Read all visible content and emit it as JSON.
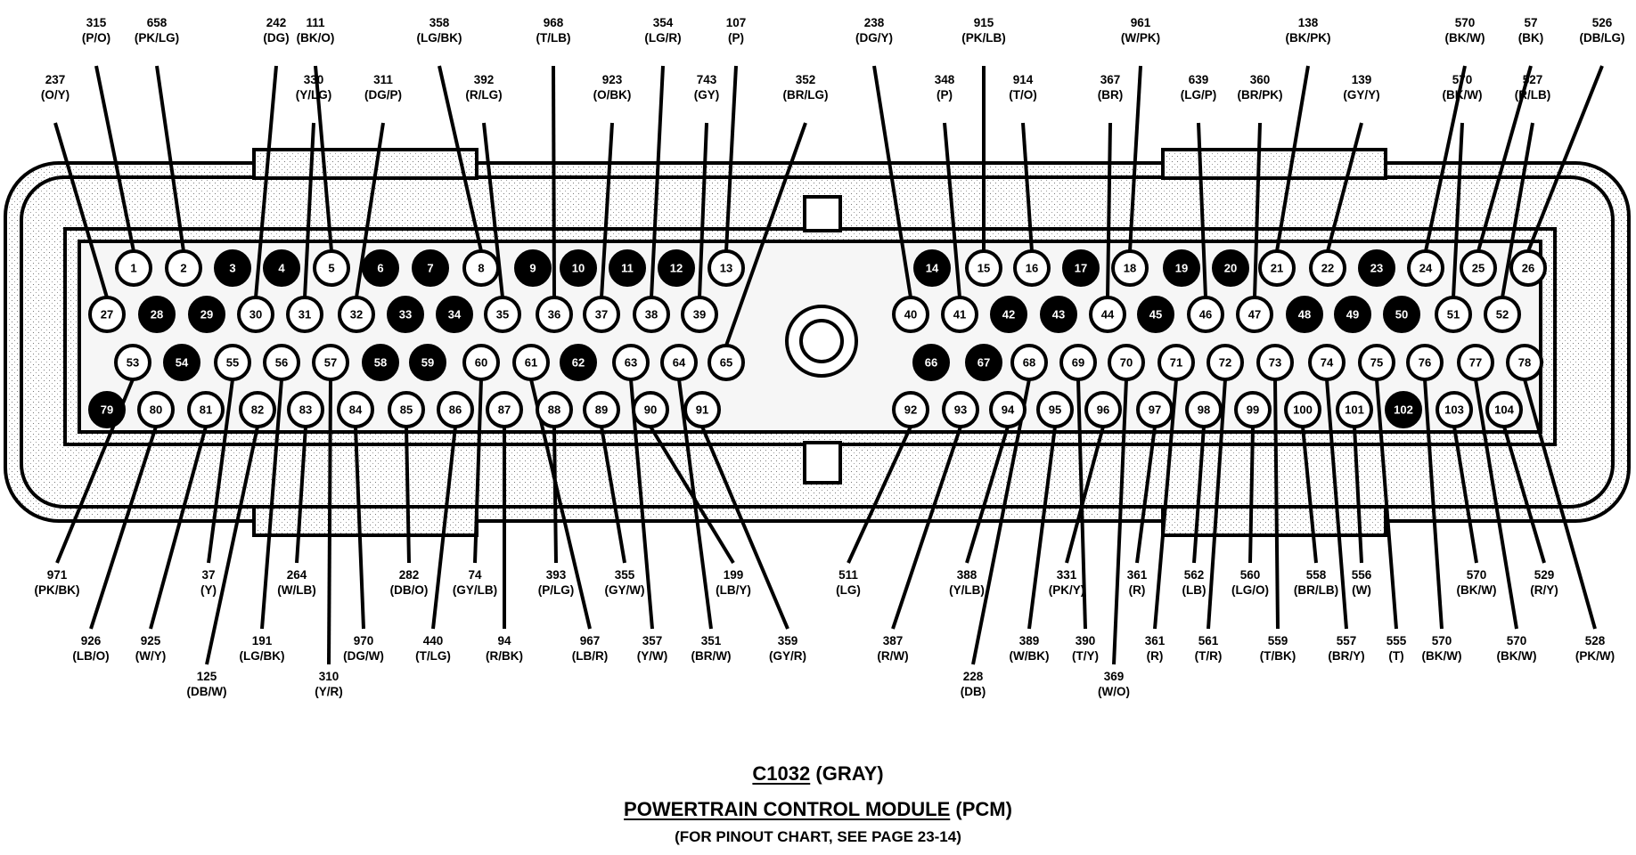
{
  "title": {
    "connector_id": "C1032",
    "connector_color": "(GRAY)",
    "module_name": "POWERTRAIN CONTROL MODULE",
    "module_abbrev": "(PCM)",
    "note": "(FOR PINOUT CHART, SEE PAGE 23-14)"
  },
  "colors": {
    "line": "#000000",
    "pin_empty": "#ffffff",
    "pin_filled": "#000000",
    "shading": "#e6e6e6"
  },
  "pins": {
    "row_a": [
      1,
      2,
      3,
      4,
      5,
      6,
      7,
      8,
      9,
      10,
      11,
      12,
      13,
      14,
      15,
      16,
      17,
      18,
      19,
      20,
      21,
      22,
      23,
      24,
      25,
      26
    ],
    "row_b": [
      27,
      28,
      29,
      30,
      31,
      32,
      33,
      34,
      35,
      36,
      37,
      38,
      39,
      40,
      41,
      42,
      43,
      44,
      45,
      46,
      47,
      48,
      49,
      50,
      51,
      52
    ],
    "row_c": [
      53,
      54,
      55,
      56,
      57,
      58,
      59,
      60,
      61,
      62,
      63,
      64,
      65,
      66,
      67,
      68,
      69,
      70,
      71,
      72,
      73,
      74,
      75,
      76,
      77,
      78
    ],
    "row_d": [
      79,
      80,
      81,
      82,
      83,
      84,
      85,
      86,
      87,
      88,
      89,
      90,
      91,
      92,
      93,
      94,
      95,
      96,
      97,
      98,
      99,
      100,
      101,
      102,
      103,
      104
    ],
    "unused": [
      3,
      4,
      6,
      7,
      9,
      10,
      11,
      12,
      14,
      17,
      19,
      20,
      23,
      28,
      29,
      33,
      34,
      42,
      43,
      45,
      48,
      49,
      50,
      54,
      58,
      59,
      62,
      66,
      67,
      79,
      102
    ]
  },
  "wires": [
    {
      "pin": 1,
      "circuit": "315",
      "color": "(P/O)"
    },
    {
      "pin": 2,
      "circuit": "658",
      "color": "(PK/LG)"
    },
    {
      "pin": 5,
      "circuit": "111",
      "color": "(BK/O)"
    },
    {
      "pin": 8,
      "circuit": "358",
      "color": "(LG/BK)"
    },
    {
      "pin": 13,
      "circuit": "107",
      "color": "(P)"
    },
    {
      "pin": 15,
      "circuit": "915",
      "color": "(PK/LB)"
    },
    {
      "pin": 16,
      "circuit": "914",
      "color": "(T/O)"
    },
    {
      "pin": 18,
      "circuit": "961",
      "color": "(W/PK)"
    },
    {
      "pin": 21,
      "circuit": "138",
      "color": "(BK/PK)"
    },
    {
      "pin": 22,
      "circuit": "139",
      "color": "(GY/Y)"
    },
    {
      "pin": 24,
      "circuit": "570",
      "color": "(BK/W)"
    },
    {
      "pin": 25,
      "circuit": "57",
      "color": "(BK)"
    },
    {
      "pin": 26,
      "circuit": "526",
      "color": "(DB/LG)"
    },
    {
      "pin": 27,
      "circuit": "237",
      "color": "(O/Y)"
    },
    {
      "pin": 30,
      "circuit": "242",
      "color": "(DG)"
    },
    {
      "pin": 31,
      "circuit": "330",
      "color": "(Y/LG)"
    },
    {
      "pin": 32,
      "circuit": "311",
      "color": "(DG/P)"
    },
    {
      "pin": 35,
      "circuit": "392",
      "color": "(R/LG)"
    },
    {
      "pin": 36,
      "circuit": "968",
      "color": "(T/LB)"
    },
    {
      "pin": 37,
      "circuit": "923",
      "color": "(O/BK)"
    },
    {
      "pin": 38,
      "circuit": "354",
      "color": "(LG/R)"
    },
    {
      "pin": 39,
      "circuit": "743",
      "color": "(GY)"
    },
    {
      "pin": 40,
      "circuit": "238",
      "color": "(DG/Y)"
    },
    {
      "pin": 41,
      "circuit": "348",
      "color": "(P)"
    },
    {
      "pin": 44,
      "circuit": "367",
      "color": "(BR)"
    },
    {
      "pin": 46,
      "circuit": "639",
      "color": "(LG/P)"
    },
    {
      "pin": 47,
      "circuit": "360",
      "color": "(BR/PK)"
    },
    {
      "pin": 51,
      "circuit": "570",
      "color": "(BK/W)"
    },
    {
      "pin": 52,
      "circuit": "527",
      "color": "(R/LB)"
    },
    {
      "pin": 65,
      "circuit": "352",
      "color": "(BR/LG)"
    },
    {
      "pin": 53,
      "circuit": "971",
      "color": "(PK/BK)"
    },
    {
      "pin": 55,
      "circuit": "37",
      "color": "(Y)"
    },
    {
      "pin": 56,
      "circuit": "191",
      "color": "(LG/BK)"
    },
    {
      "pin": 57,
      "circuit": "310",
      "color": "(Y/R)"
    },
    {
      "pin": 60,
      "circuit": "74",
      "color": "(GY/LB)"
    },
    {
      "pin": 61,
      "circuit": "967",
      "color": "(LB/R)"
    },
    {
      "pin": 63,
      "circuit": "357",
      "color": "(Y/W)"
    },
    {
      "pin": 64,
      "circuit": "351",
      "color": "(BR/W)"
    },
    {
      "pin": 68,
      "circuit": "228",
      "color": "(DB)"
    },
    {
      "pin": 69,
      "circuit": "390",
      "color": "(T/Y)"
    },
    {
      "pin": 70,
      "circuit": "369",
      "color": "(W/O)"
    },
    {
      "pin": 71,
      "circuit": "361",
      "color": "(R)"
    },
    {
      "pin": 72,
      "circuit": "561",
      "color": "(T/R)"
    },
    {
      "pin": 73,
      "circuit": "559",
      "color": "(T/BK)"
    },
    {
      "pin": 74,
      "circuit": "557",
      "color": "(BR/Y)"
    },
    {
      "pin": 75,
      "circuit": "555",
      "color": "(T)"
    },
    {
      "pin": 76,
      "circuit": "570",
      "color": "(BK/W)"
    },
    {
      "pin": 77,
      "circuit": "570",
      "color": "(BK/W)"
    },
    {
      "pin": 78,
      "circuit": "528",
      "color": "(PK/W)"
    },
    {
      "pin": 80,
      "circuit": "926",
      "color": "(LB/O)"
    },
    {
      "pin": 81,
      "circuit": "925",
      "color": "(W/Y)"
    },
    {
      "pin": 82,
      "circuit": "125",
      "color": "(DB/W)"
    },
    {
      "pin": 83,
      "circuit": "264",
      "color": "(W/LB)"
    },
    {
      "pin": 84,
      "circuit": "970",
      "color": "(DG/W)"
    },
    {
      "pin": 85,
      "circuit": "282",
      "color": "(DB/O)"
    },
    {
      "pin": 86,
      "circuit": "440",
      "color": "(T/LG)"
    },
    {
      "pin": 87,
      "circuit": "94",
      "color": "(R/BK)"
    },
    {
      "pin": 88,
      "circuit": "393",
      "color": "(P/LG)"
    },
    {
      "pin": 89,
      "circuit": "355",
      "color": "(GY/W)"
    },
    {
      "pin": 90,
      "circuit": "199",
      "color": "(LB/Y)"
    },
    {
      "pin": 91,
      "circuit": "359",
      "color": "(GY/R)"
    },
    {
      "pin": 92,
      "circuit": "511",
      "color": "(LG)"
    },
    {
      "pin": 93,
      "circuit": "387",
      "color": "(R/W)"
    },
    {
      "pin": 94,
      "circuit": "388",
      "color": "(Y/LB)"
    },
    {
      "pin": 95,
      "circuit": "389",
      "color": "(W/BK)"
    },
    {
      "pin": 96,
      "circuit": "331",
      "color": "(PK/Y)"
    },
    {
      "pin": 97,
      "circuit": "361",
      "color": "(R)"
    },
    {
      "pin": 98,
      "circuit": "562",
      "color": "(LB)"
    },
    {
      "pin": 99,
      "circuit": "560",
      "color": "(LG/O)"
    },
    {
      "pin": 100,
      "circuit": "558",
      "color": "(BR/LB)"
    },
    {
      "pin": 101,
      "circuit": "556",
      "color": "(W)"
    },
    {
      "pin": 103,
      "circuit": "570",
      "color": "(BK/W)"
    },
    {
      "pin": 104,
      "circuit": "529",
      "color": "(R/Y)"
    }
  ]
}
